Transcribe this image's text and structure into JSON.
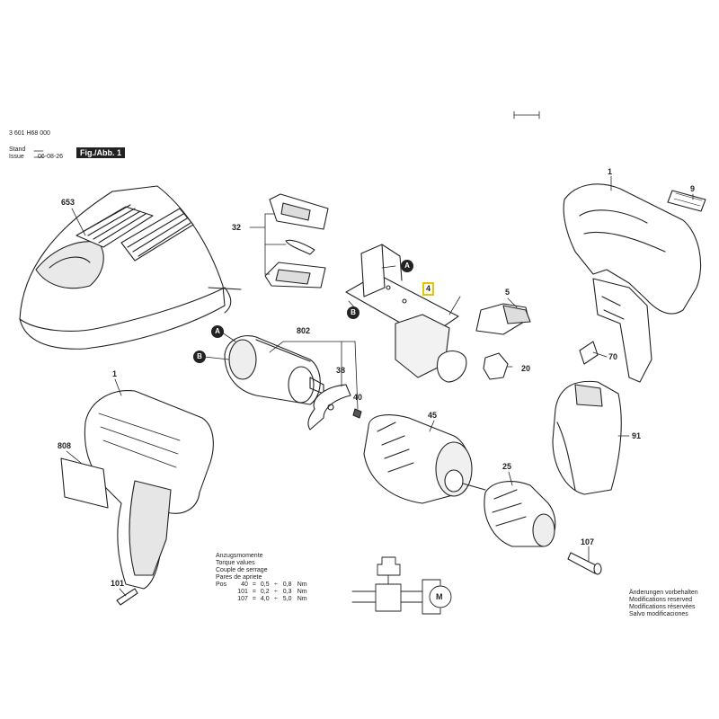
{
  "header": {
    "part_number": "3 601 H68 000",
    "stand_label": "Stand",
    "issue_label": "Issue",
    "date": "06-08-26",
    "fig_label": "Fig./Abb. 1"
  },
  "callouts": {
    "c653": "653",
    "c32": "32",
    "c802": "802",
    "c38": "38",
    "c40": "40",
    "c1_top": "1",
    "c9": "9",
    "c4": "4",
    "c5": "5",
    "c20": "20",
    "c70": "70",
    "c91": "91",
    "c45": "45",
    "c25": "25",
    "c107": "107",
    "c1_left": "1",
    "c808": "808",
    "c101": "101",
    "markerA1": "A",
    "markerB1": "B",
    "markerA2": "A",
    "markerB2": "B"
  },
  "torque": {
    "titles": [
      "Anzugsmomente",
      "Torque values",
      "Couple de serrage",
      "Pares de apriete"
    ],
    "pos_label": "Pos",
    "rows": [
      {
        "pos": "40",
        "eq": "=",
        "from": "0,5",
        "dash": "÷",
        "to": "0,8",
        "unit": "Nm"
      },
      {
        "pos": "101",
        "eq": "=",
        "from": "0,2",
        "dash": "÷",
        "to": "0,3",
        "unit": "Nm"
      },
      {
        "pos": "107",
        "eq": "=",
        "from": "4,0",
        "dash": "÷",
        "to": "5,0",
        "unit": "Nm"
      }
    ]
  },
  "notices": [
    "Änderungen vorbehalten",
    "Modifications reserved",
    "Modifications réservées",
    "Salvo modificaciones"
  ],
  "schematic": {
    "motor_label": "M"
  },
  "colors": {
    "line": "#222222",
    "fill": "#ffffff",
    "shade": "#cfcfcf",
    "highlight": "#e6c400"
  }
}
